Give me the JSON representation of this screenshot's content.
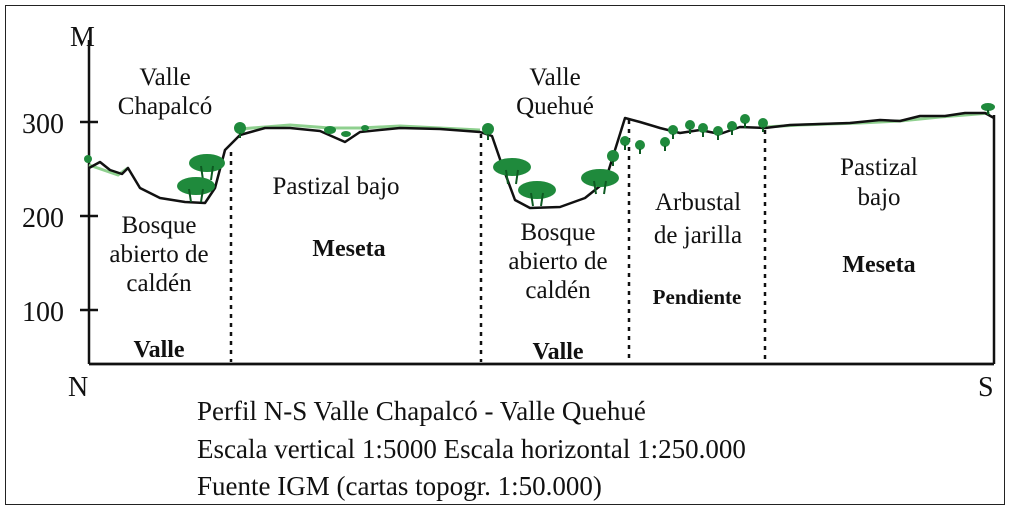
{
  "axis": {
    "y_unit": "M",
    "y_ticks": [
      "300",
      "200",
      "100"
    ],
    "left_end": "N",
    "right_end": "S"
  },
  "zones": {
    "valle1": {
      "name_lines": [
        "Valle",
        "Chapalcó"
      ],
      "veg_lines": [
        "Bosque",
        "abierto de",
        "caldén"
      ],
      "landform": "Valle"
    },
    "meseta1": {
      "veg": "Pastizal bajo",
      "landform": "Meseta"
    },
    "valle2": {
      "name_lines": [
        "Valle",
        "Quehué"
      ],
      "veg_lines": [
        "Bosque",
        "abierto de",
        "caldén"
      ],
      "landform": "Valle"
    },
    "pendiente": {
      "veg_lines": [
        "Arbustal",
        "de jarilla"
      ],
      "landform": "Pendiente"
    },
    "meseta2": {
      "veg_lines": [
        "Pastizal",
        "bajo"
      ],
      "landform": "Meseta"
    }
  },
  "caption": {
    "line1": "Perfil N-S Valle Chapalcó - Valle Quehué",
    "line2": "Escala vertical 1:5000 Escala horizontal 1:250.000",
    "line3": "Fuente IGM (cartas topogr. 1:50.000)"
  },
  "colors": {
    "terrain": "#111111",
    "grass": "#7fc47f",
    "tree": "#1f8a3c",
    "tree_dark": "#0d5a22"
  }
}
